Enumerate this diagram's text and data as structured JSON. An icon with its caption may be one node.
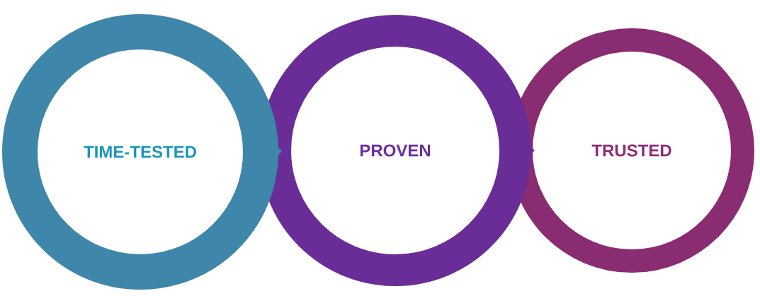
{
  "diagram": {
    "nodes": [
      {
        "text": [
          "TIME-TESTED"
        ]
      },
      {
        "text": [
          "PROVEN"
        ]
      },
      {
        "text": [
          "TRUSTED"
        ]
      }
    ],
    "edges": [
      {
        "from": 0,
        "to": 1,
        "arrow": "to",
        "color": "#3e86aa"
      },
      {
        "from": 1,
        "to": 2,
        "arrow": "to",
        "color": "#6a2d97"
      }
    ]
  }
}
